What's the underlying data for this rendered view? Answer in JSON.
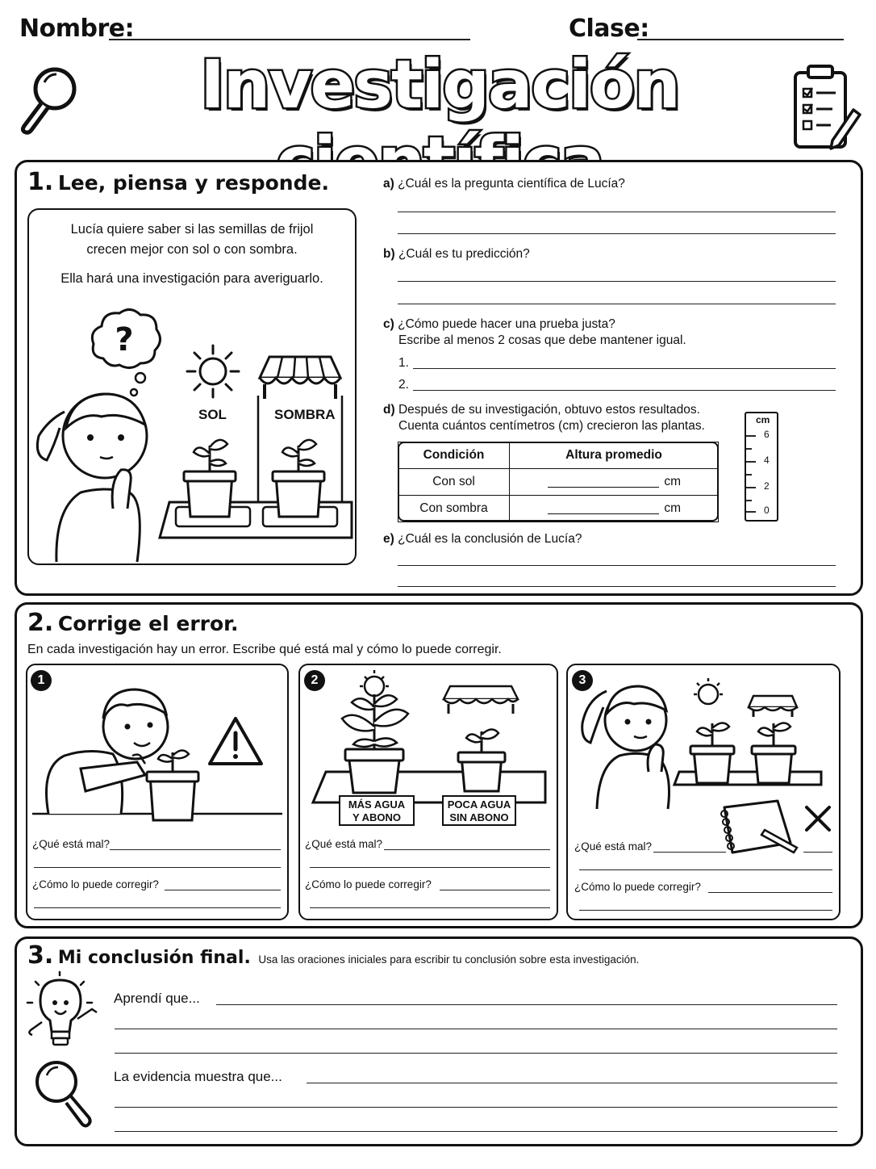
{
  "header": {
    "name_label": "Nombre:",
    "class_label": "Clase:",
    "title": "Investigación científica"
  },
  "section1": {
    "number": "1.",
    "title": "Lee, piensa y responde.",
    "story_line1": "Lucía quiere saber si las semillas de frijol",
    "story_line2": "crecen mejor con sol o con sombra.",
    "story_line3": "Ella hará una investigación para averiguarlo.",
    "sun_label": "SOL",
    "shade_label": "SOMBRA",
    "q_a_letter": "a)",
    "q_a": "¿Cuál es la pregunta científica de Lucía?",
    "q_b_letter": "b)",
    "q_b": "¿Cuál es tu predicción?",
    "q_c_letter": "c)",
    "q_c_line1": "¿Cómo puede hacer una prueba justa?",
    "q_c_line2": "Escribe al menos 2 cosas que debe mantener igual.",
    "q_c_item1": "1.",
    "q_c_item2": "2.",
    "q_d_letter": "d)",
    "q_d_line1": "Después de su investigación, obtuvo estos resultados.",
    "q_d_line2": "Cuenta cuántos centímetros (cm) crecieron las plantas.",
    "table": {
      "headers": [
        "Condición",
        "Altura promedio"
      ],
      "rows": [
        {
          "condition": "Con sol",
          "unit": "cm"
        },
        {
          "condition": "Con sombra",
          "unit": "cm"
        }
      ]
    },
    "ruler": {
      "unit": "cm",
      "ticks": [
        "6",
        "4",
        "2",
        "0"
      ]
    },
    "q_e_letter": "e)",
    "q_e": "¿Cuál es la conclusión de Lucía?"
  },
  "section2": {
    "number": "2.",
    "title": "Corrige el error.",
    "instructions": "En cada investigación hay un error. Escribe qué está mal y cómo lo puede corregir.",
    "panels": [
      {
        "num": "1",
        "q1": "¿Qué está mal?",
        "q2": "¿Cómo lo puede corregir?"
      },
      {
        "num": "2",
        "q1": "¿Qué está mal?",
        "q2": "¿Cómo lo puede corregir?",
        "tag1_line1": "MÁS AGUA",
        "tag1_line2": "Y ABONO",
        "tag2_line1": "POCA AGUA",
        "tag2_line2": "SIN ABONO"
      },
      {
        "num": "3",
        "q1": "¿Qué está mal?",
        "q2": "¿Cómo lo puede corregir?"
      }
    ]
  },
  "section3": {
    "number": "3.",
    "title": "Mi conclusión final.",
    "instructions": "Usa las oraciones iniciales para escribir tu conclusión sobre esta investigación.",
    "starter1": "Aprendí que...",
    "starter2": "La evidencia muestra que..."
  },
  "icons": [
    "magnifier-icon",
    "clipboard-checklist-icon",
    "thought-bubble-icon",
    "sun-icon",
    "awning-icon",
    "plant-pot-icon",
    "warning-icon",
    "notebook-icon",
    "x-mark-icon",
    "lightbulb-icon"
  ]
}
